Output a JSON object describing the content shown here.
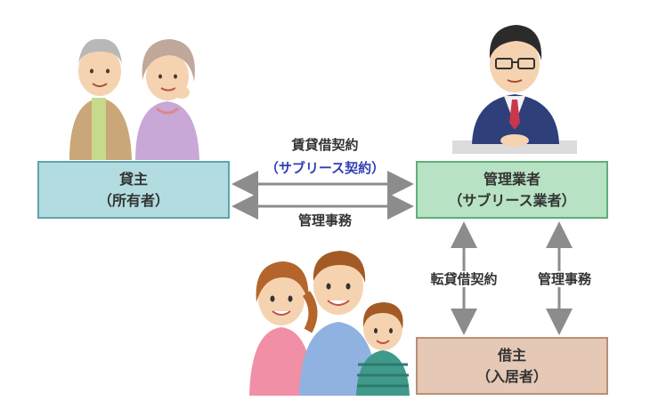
{
  "lender": {
    "title": "貸主",
    "subtitle": "（所有者）"
  },
  "manager": {
    "title": "管理業者",
    "subtitle": "（サブリース業者）"
  },
  "tenant": {
    "title": "借主",
    "subtitle": "（入居者）"
  },
  "relations": {
    "lease_contract": "賃貸借契約",
    "lease_contract_note": "（サブリース契約）",
    "management": "管理事務",
    "sublease_contract": "転貸借契約",
    "management_vertical": "管理事務"
  },
  "colors": {
    "lender_fill": "#b3dce0",
    "manager_fill": "#b7e2c3",
    "tenant_fill": "#e5c8b6",
    "arrow": "#8c8c8c",
    "accent_text": "#2f3fb5"
  },
  "icons": [
    "elderly-couple-illustration",
    "businessman-illustration",
    "family-illustration"
  ]
}
